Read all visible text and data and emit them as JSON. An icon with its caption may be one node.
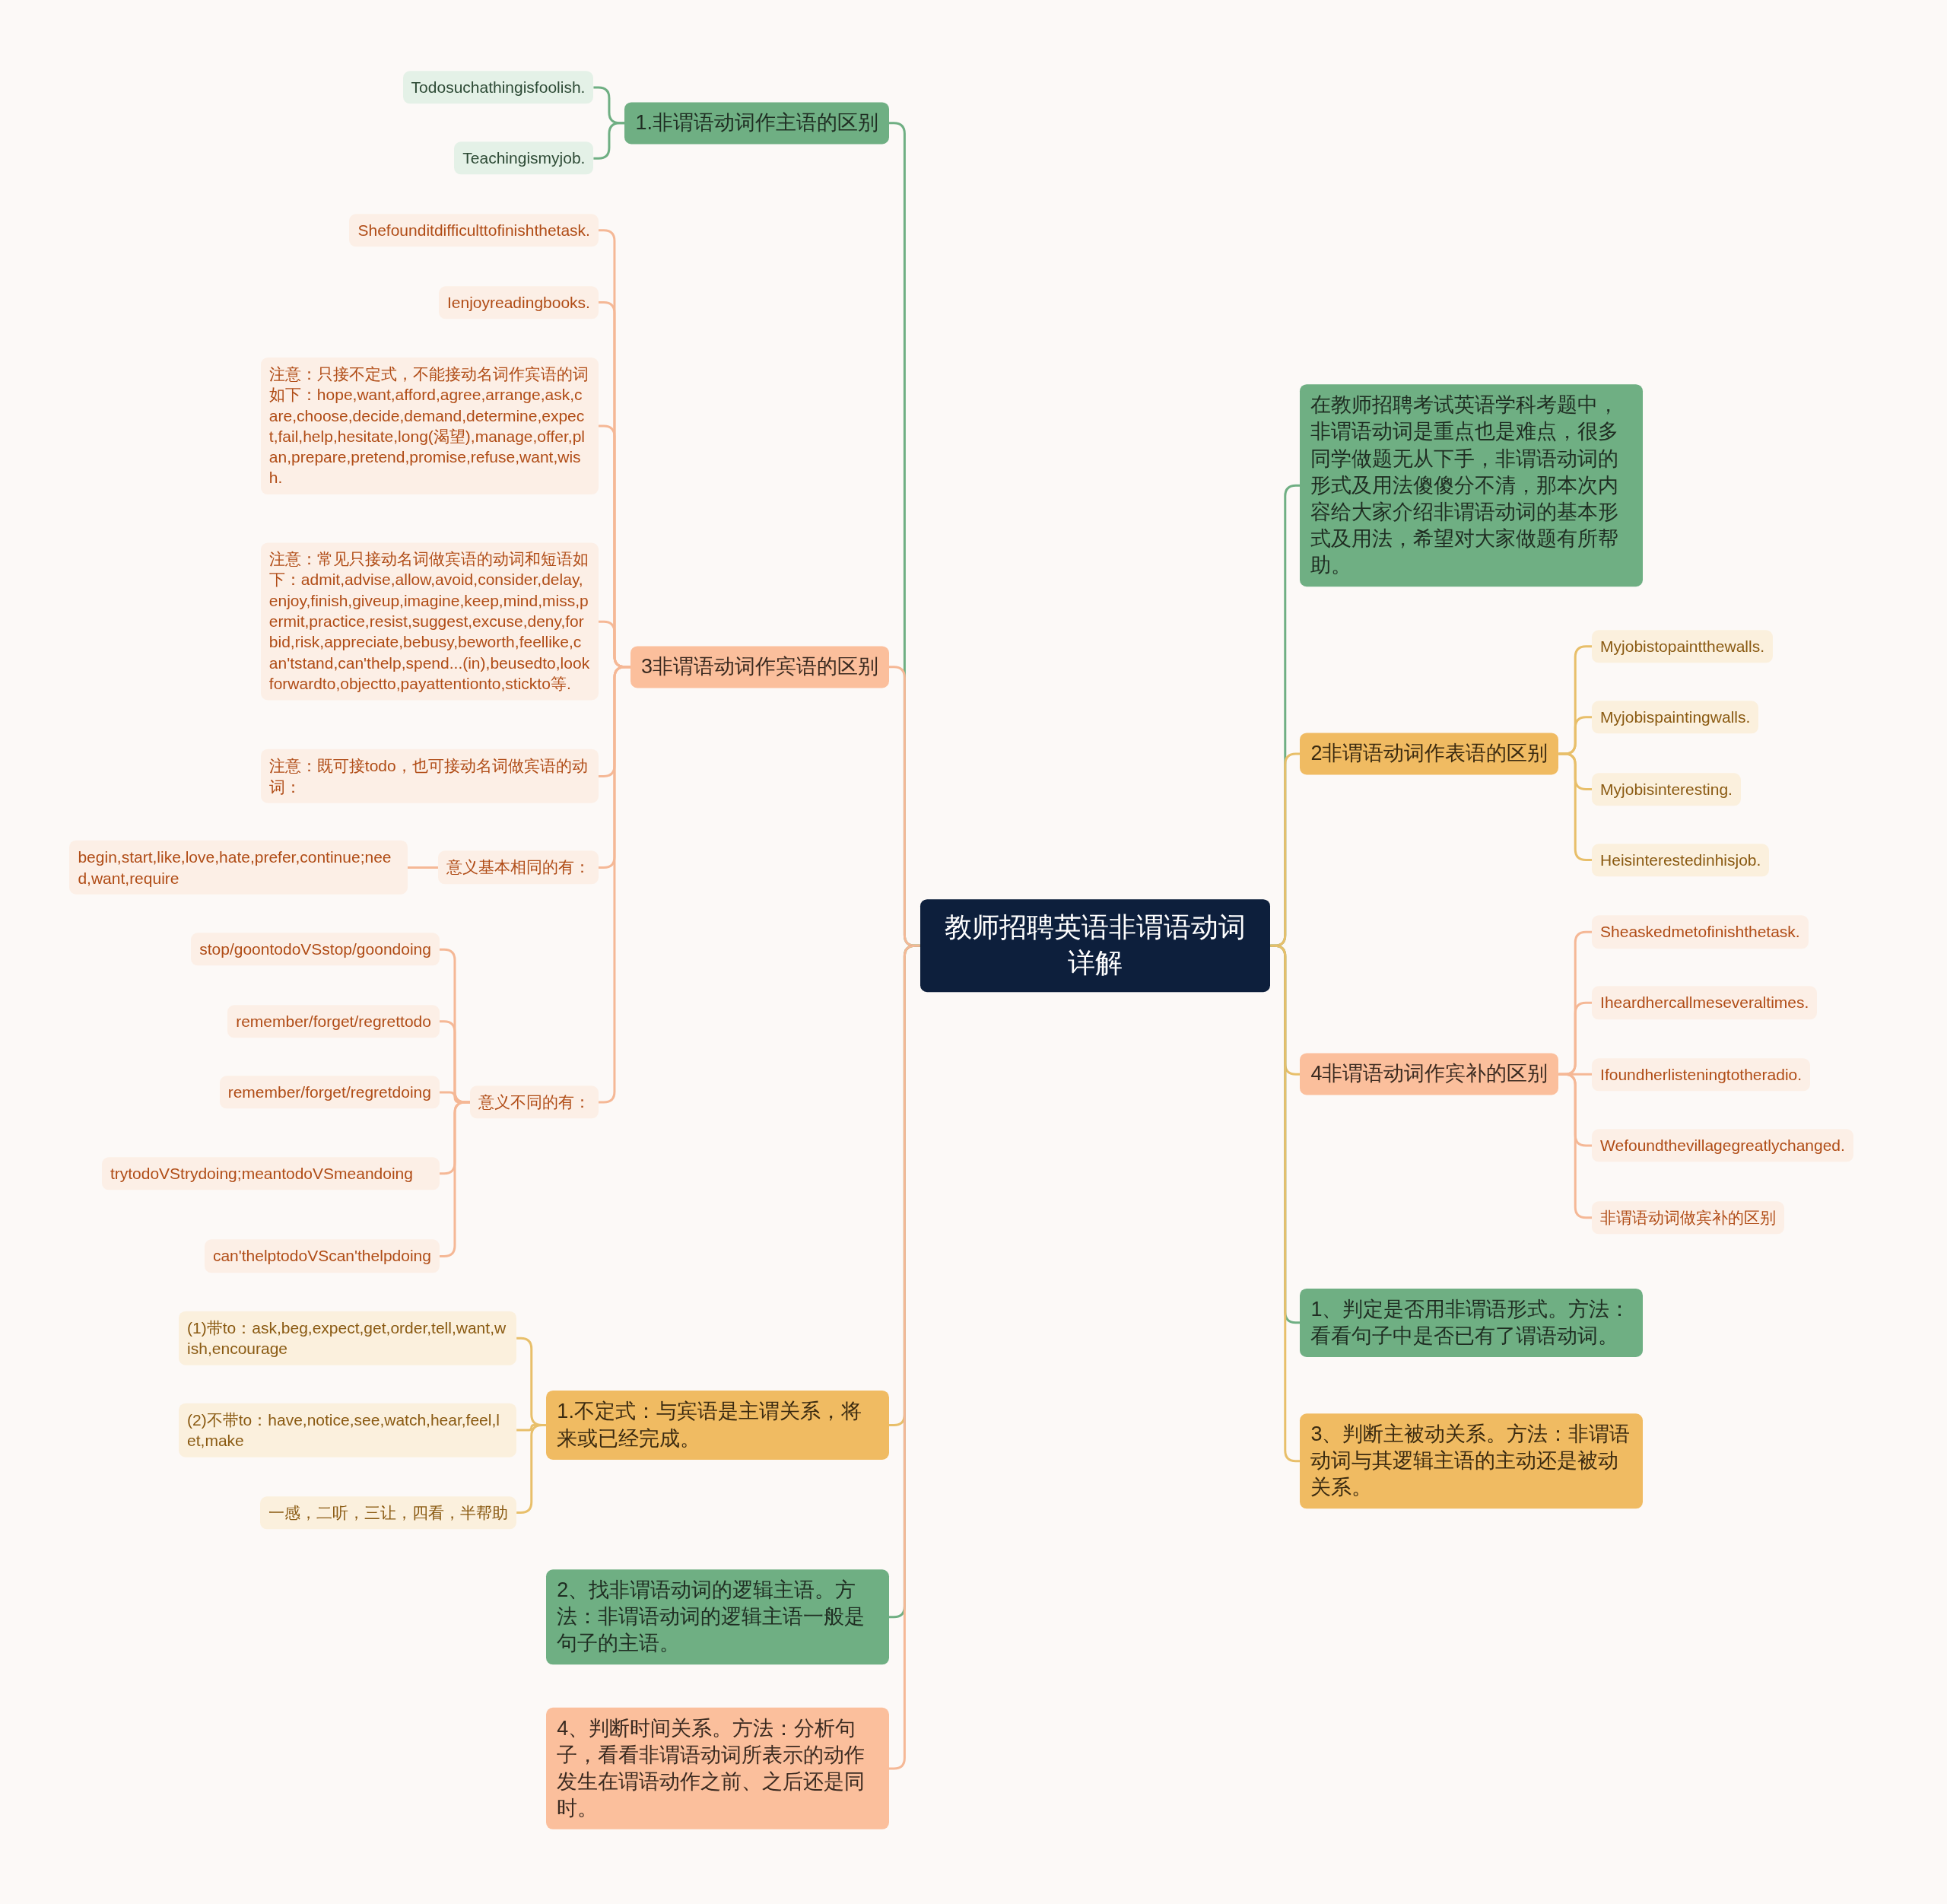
{
  "diagram": {
    "nodes": [
      {
        "text": [
          "教师招聘英语非谓语动词详解"
        ]
      },
      {
        "text": [
          "1.非谓语动词作主语的区别"
        ]
      },
      {
        "text": [
          "Todosuchathingisfoolish."
        ]
      },
      {
        "text": [
          "Teachingismyjob."
        ]
      },
      {
        "text": [
          "3非谓语动词作宾语的区别"
        ]
      },
      {
        "text": [
          "Shefounditdifficulttofinishthetask."
        ]
      },
      {
        "text": [
          "Ienjoyreadingbooks."
        ]
      },
      {
        "text": [
          "注意：只接不定式，不能接动名词作宾语的词如下：hope,want,afford,agree,arrange,ask,care,choose,decide,demand,determine,expect,fail,help,hesitate,long(渴望),manage,offer,plan,prepare,pretend,promise,refuse,want,wish."
        ]
      },
      {
        "text": [
          "注意：常见只接动名词做宾语的动词和短语如下：admit,advise,allow,avoid,consider,delay,enjoy,finish,giveup,imagine,keep,mind,miss,permit,practice,resist,suggest,excuse,deny,forbid,risk,appreciate,bebusy,beworth,feellike,can'tstand,can'thelp,spend...(in),beusedto,lookforwardto,objectto,payattentionto,stickto等."
        ]
      },
      {
        "text": [
          "注意：既可接todo，也可接动名词做宾语的动词："
        ]
      },
      {
        "text": [
          "意义基本相同的有："
        ]
      },
      {
        "text": [
          "begin,start,like,love,hate,prefer,continue;need,want,require"
        ]
      },
      {
        "text": [
          "意义不同的有："
        ]
      },
      {
        "text": [
          "stop/goontodoVSstop/goondoing"
        ]
      },
      {
        "text": [
          "remember/forget/regrettodo"
        ]
      },
      {
        "text": [
          "remember/forget/regretdoing"
        ]
      },
      {
        "text": [
          "trytodoVStrydoing;meantodoVSmeandoing"
        ]
      },
      {
        "text": [
          "can'thelptodoVScan'thelpdoing"
        ]
      },
      {
        "text": [
          "1.不定式：与宾语是主谓关系，将来或已经完成。"
        ]
      },
      {
        "text": [
          "(1)带to：ask,beg,expect,get,order,tell,want,wish,encourage"
        ]
      },
      {
        "text": [
          "(2)不带to：have,notice,see,watch,hear,feel,let,make"
        ]
      },
      {
        "text": [
          "一感，二听，三让，四看，半帮助"
        ]
      },
      {
        "text": [
          "2、找非谓语动词的逻辑主语。方法：非谓语动词的逻辑主语一般是句子的主语。"
        ]
      },
      {
        "text": [
          "4、判断时间关系。方法：分析句子，看看非谓语动词所表示的动作发生在谓语动作之前、之后还是同时。"
        ]
      },
      {
        "text": [
          "在教师招聘考试英语学科考题中，非谓语动词是重点也是难点，很多同学做题无从下手，非谓语动词的形式及用法傻傻分不清，那本次内容给大家介绍非谓语动词的基本形式及用法，希望对大家做题有所帮助。"
        ]
      },
      {
        "text": [
          "2非谓语动词作表语的区别"
        ]
      },
      {
        "text": [
          "Myjobistopaintthewalls."
        ]
      },
      {
        "text": [
          "Myjobispaintingwalls."
        ]
      },
      {
        "text": [
          "Myjobisinteresting."
        ]
      },
      {
        "text": [
          "Heisinterestedinhisjob."
        ]
      },
      {
        "text": [
          "4非谓语动词作宾补的区别"
        ]
      },
      {
        "text": [
          "Sheaskedmetofinishthetask."
        ]
      },
      {
        "text": [
          "Iheardhercallmeseveraltimes."
        ]
      },
      {
        "text": [
          "Ifoundherlisteningtotheradio."
        ]
      },
      {
        "text": [
          "Wefoundthevillagegreatlychanged."
        ]
      },
      {
        "text": [
          "非谓语动词做宾补的区别"
        ]
      },
      {
        "text": [
          "1、判定是否用非谓语形式。方法：看看句子中是否已有了谓语动词。"
        ]
      },
      {
        "text": [
          "3、判断主被动关系。方法：非谓语动词与其逻辑主语的主动还是被动关系。"
        ]
      }
    ],
    "edges": [
      {
        "from": 0,
        "to": 1,
        "arrow": "none",
        "color": "#6faf83"
      },
      {
        "from": 1,
        "to": 2,
        "arrow": "none",
        "color": "#6faf83"
      },
      {
        "from": 1,
        "to": 3,
        "arrow": "none",
        "color": "#6faf83"
      },
      {
        "from": 0,
        "to": 4,
        "arrow": "none"
      },
      {
        "from": 4,
        "to": 5,
        "arrow": "none"
      },
      {
        "from": 4,
        "to": 6,
        "arrow": "none"
      },
      {
        "from": 4,
        "to": 7,
        "arrow": "none"
      },
      {
        "from": 4,
        "to": 8,
        "arrow": "none"
      },
      {
        "from": 4,
        "to": 9,
        "arrow": "none"
      },
      {
        "from": 4,
        "to": 10,
        "arrow": "none"
      },
      {
        "from": 10,
        "to": 11,
        "arrow": "none"
      },
      {
        "from": 4,
        "to": 12,
        "arrow": "none"
      },
      {
        "from": 12,
        "to": 13,
        "arrow": "none"
      },
      {
        "from": 12,
        "to": 14,
        "arrow": "none"
      },
      {
        "from": 12,
        "to": 15,
        "arrow": "none"
      },
      {
        "from": 12,
        "to": 16,
        "arrow": "none"
      },
      {
        "from": 12,
        "to": 17,
        "arrow": "none"
      },
      {
        "from": 0,
        "to": 18,
        "arrow": "none",
        "color": "#e8bf6a"
      },
      {
        "from": 18,
        "to": 19,
        "arrow": "none",
        "color": "#e8bf6a"
      },
      {
        "from": 18,
        "to": 20,
        "arrow": "none",
        "color": "#e8bf6a"
      },
      {
        "from": 18,
        "to": 21,
        "arrow": "none",
        "color": "#e8bf6a"
      },
      {
        "from": 0,
        "to": 22,
        "arrow": "none",
        "color": "#6faf83"
      },
      {
        "from": 0,
        "to": 23,
        "arrow": "none"
      },
      {
        "from": 0,
        "to": 24,
        "arrow": "none",
        "color": "#6faf83"
      },
      {
        "from": 0,
        "to": 25,
        "arrow": "none",
        "color": "#e8bf6a"
      },
      {
        "from": 25,
        "to": 26,
        "arrow": "none",
        "color": "#e8bf6a"
      },
      {
        "from": 25,
        "to": 27,
        "arrow": "none",
        "color": "#e8bf6a"
      },
      {
        "from": 25,
        "to": 28,
        "arrow": "none",
        "color": "#e8bf6a"
      },
      {
        "from": 25,
        "to": 29,
        "arrow": "none",
        "color": "#e8bf6a"
      },
      {
        "from": 0,
        "to": 30,
        "arrow": "none",
        "color": "#e8bf6a"
      },
      {
        "from": 30,
        "to": 31,
        "arrow": "none"
      },
      {
        "from": 30,
        "to": 32,
        "arrow": "none"
      },
      {
        "from": 30,
        "to": 33,
        "arrow": "none"
      },
      {
        "from": 30,
        "to": 34,
        "arrow": "none"
      },
      {
        "from": 30,
        "to": 35,
        "arrow": "none"
      },
      {
        "from": 0,
        "to": 36,
        "arrow": "none",
        "color": "#6faf83"
      },
      {
        "from": 0,
        "to": 37,
        "arrow": "none",
        "color": "#e8bf6a"
      }
    ]
  }
}
